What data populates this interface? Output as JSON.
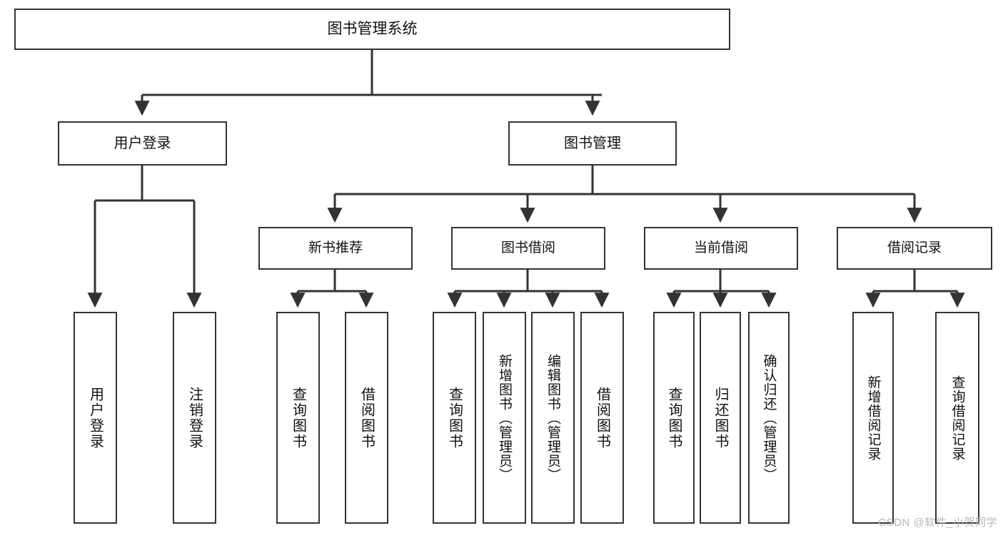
{
  "diagram": {
    "type": "hierarchy-tree",
    "root": {
      "label": "图书管理系统"
    },
    "level2": [
      {
        "label": "用户登录"
      },
      {
        "label": "图书管理"
      }
    ],
    "level3": [
      {
        "label": "新书推荐"
      },
      {
        "label": "图书借阅"
      },
      {
        "label": "当前借阅"
      },
      {
        "label": "借阅记录"
      }
    ],
    "leaves": {
      "user_login": [
        {
          "label": "用户登录"
        },
        {
          "label": "注销登录"
        }
      ],
      "new_book_recommend": [
        {
          "label": "查询图书"
        },
        {
          "label": "借阅图书"
        }
      ],
      "book_borrow": [
        {
          "label": "查询图书"
        },
        {
          "label": "新增图书（管理员）"
        },
        {
          "label": "编辑图书（管理员）"
        },
        {
          "label": "借阅图书"
        }
      ],
      "current_borrow": [
        {
          "label": "查询图书"
        },
        {
          "label": "归还图书"
        },
        {
          "label": "确认归还（管理员）"
        }
      ],
      "borrow_record": [
        {
          "label": "新增借阅记录"
        },
        {
          "label": "查询借阅记录"
        }
      ]
    }
  },
  "watermark": {
    "text": "CSDN @软件_小贺同学"
  },
  "colors": {
    "box_border": "#333333",
    "box_fill": "#ffffff",
    "edge": "#333333",
    "text": "#111111",
    "watermark": "#b8b8b8"
  }
}
